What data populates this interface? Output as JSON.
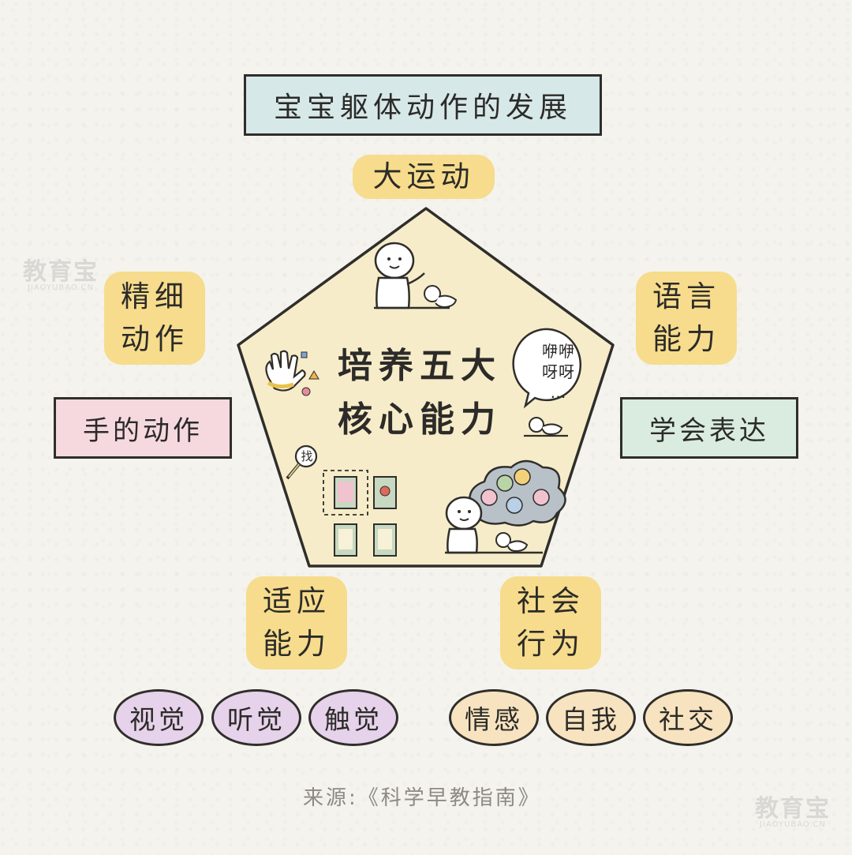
{
  "title": "宝宝躯体动作的发展",
  "center": {
    "line1": "培养五大",
    "line2": "核心能力"
  },
  "abilities": {
    "gross_motor": "大运动",
    "fine_motor": {
      "line1": "精细",
      "line2": "动作"
    },
    "language": {
      "line1": "语言",
      "line2": "能力"
    },
    "adaptive": {
      "line1": "适应",
      "line2": "能力"
    },
    "social": {
      "line1": "社会",
      "line2": "行为"
    }
  },
  "boxes": {
    "hand": "手的动作",
    "express": "学会表达"
  },
  "bubble": {
    "line1": "咿咿",
    "line2": "呀呀",
    "line3": "…"
  },
  "magnifier_label": "找",
  "senses": [
    "视觉",
    "听觉",
    "触觉"
  ],
  "social_items": [
    "情感",
    "自我",
    "社交"
  ],
  "source": "来源:《科学早教指南》",
  "watermark": {
    "brand": "教育宝",
    "url": "JIAOYUBAO.CN"
  },
  "colors": {
    "pentagon": "#f6ecc9",
    "yellow_label": "#f6dc8c",
    "title_box": "#d7e8e8",
    "hand_box": "#f6d9df",
    "express_box": "#d9ecdf",
    "purple_pill": "#e6d2ea",
    "orange_pill": "#f7e3bf"
  }
}
